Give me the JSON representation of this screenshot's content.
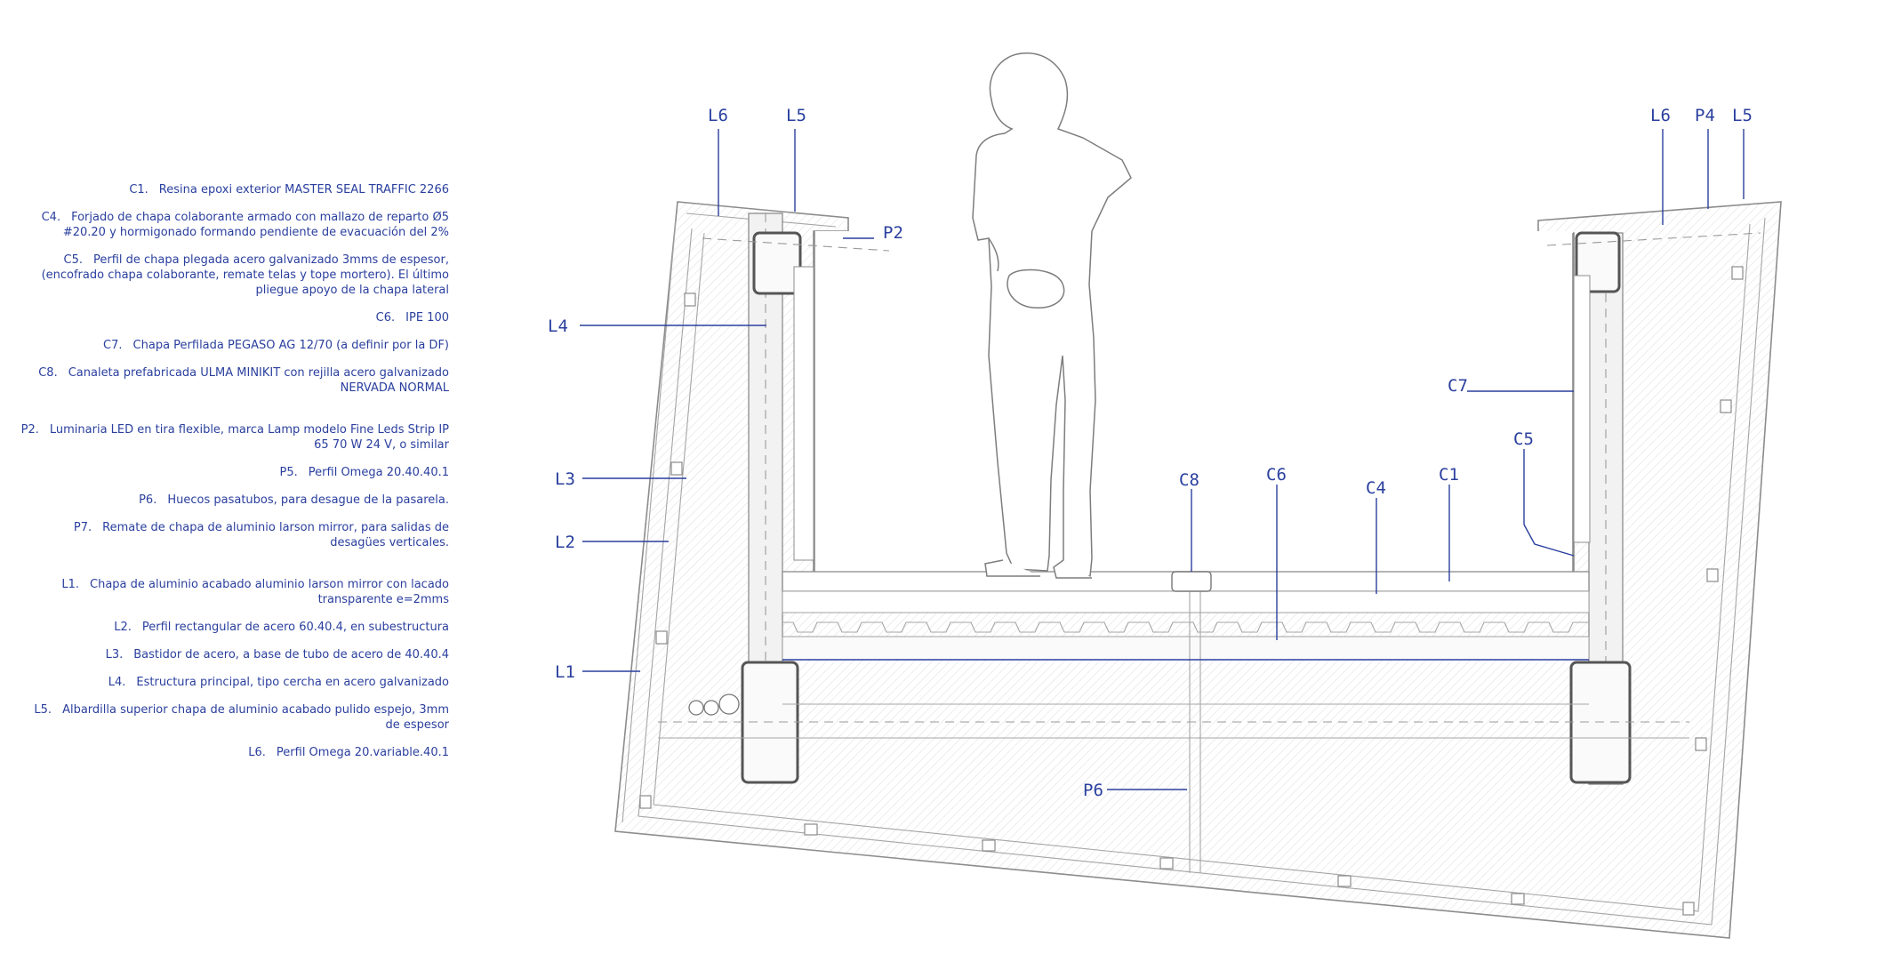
{
  "legend": [
    {
      "code": "C1.",
      "text": "Resina epoxi exterior MASTER SEAL TRAFFIC 2266"
    },
    {
      "code": "C4.",
      "text": "Forjado de chapa colaborante armado con mallazo de reparto Ø5 #20.20 y hormigonado formando pendiente de evacuación del 2%"
    },
    {
      "code": "C5.",
      "text": "Perfil de chapa plegada acero galvanizado 3mms de espesor, (encofrado chapa colaborante, remate telas y tope mortero). El último pliegue apoyo de la chapa lateral"
    },
    {
      "code": "C6.",
      "text": "IPE 100"
    },
    {
      "code": "C7.",
      "text": "Chapa Perfilada PEGASO AG 12/70 (a definir por la DF)"
    },
    {
      "code": "C8.",
      "text": "Canaleta prefabricada ULMA MINIKIT con rejilla acero galvanizado NERVADA NORMAL"
    },
    {
      "code": "P2.",
      "text": "Luminaria LED en tira flexible, marca Lamp modelo Fine Leds Strip IP 65 70 W 24 V, o similar"
    },
    {
      "code": "P5.",
      "text": "Perfil Omega 20.40.40.1"
    },
    {
      "code": "P6.",
      "text": "Huecos pasatubos, para desague de la pasarela."
    },
    {
      "code": "P7.",
      "text": "Remate de chapa de aluminio larson mirror, para salidas de desagües verticales."
    },
    {
      "code": "L1.",
      "text": "Chapa de aluminio acabado aluminio larson mirror con lacado transparente e=2mms"
    },
    {
      "code": "L2.",
      "text": "Perfil rectangular de acero 60.40.4, en subestructura"
    },
    {
      "code": "L3.",
      "text": "Bastidor de acero, a base de tubo de acero de 40.40.4"
    },
    {
      "code": "L4.",
      "text": "Estructura principal, tipo cercha en acero galvanizado"
    },
    {
      "code": "L5.",
      "text": "Albardilla superior chapa de aluminio acabado pulido espejo, 3mm de espesor"
    },
    {
      "code": "L6.",
      "text": "Perfil Omega 20.variable.40.1"
    }
  ],
  "callouts": {
    "l6_left": "L6",
    "l5_left": "L5",
    "p2": "P2",
    "l4": "L4",
    "l3": "L3",
    "l2": "L2",
    "l1": "L1",
    "l6_right": "L6",
    "p4": "P4",
    "l5_right": "L5",
    "c7": "C7",
    "c5": "C5",
    "c8": "C8",
    "c6": "C6",
    "c4": "C4",
    "c1": "C1",
    "p6": "P6"
  },
  "colors": {
    "annotation": "#2a3f9e",
    "linework": "#8c8c8c"
  }
}
